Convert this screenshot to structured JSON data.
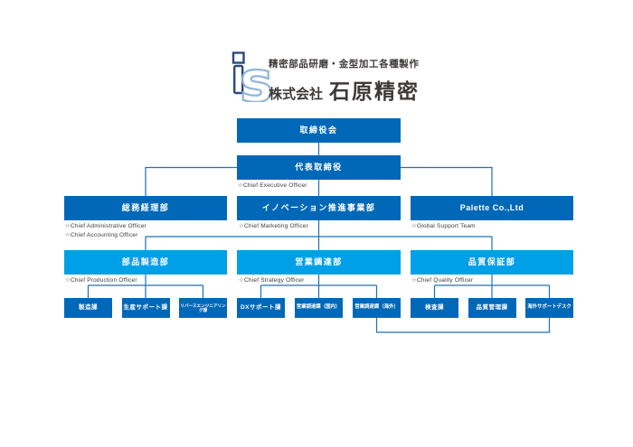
{
  "colors": {
    "primary_blue": "#0068b7",
    "accent_cyan": "#00a0e9",
    "line_blue": "#1d70b7",
    "text_dark": "#3e3a39",
    "logo_i_stroke": "#2a4a80",
    "logo_s_stroke": "#8fb4da"
  },
  "logo": {
    "mark": "is-monogram",
    "tagline": "精密部品研磨・金型加工各種製作",
    "company_prefix": "株式会社",
    "company_name": "石原精密"
  },
  "org": {
    "board": {
      "label": "取締役会"
    },
    "ceo": {
      "label": "代表取締役",
      "officer": "☆Chief Executive Officer"
    },
    "divisions": [
      {
        "label": "総務経理部",
        "officers": [
          "☆Chief Administrative Officer",
          "☆Chief Accounting Officer"
        ]
      },
      {
        "label": "イノベーション推進事業部",
        "officers": [
          "☆Chief Marketing Officer"
        ]
      },
      {
        "label": "Palette Co.,Ltd",
        "officers": [
          "☆Global Support Team"
        ]
      }
    ],
    "departments": [
      {
        "label": "部品製造部",
        "officer": "☆Chief Production Officer",
        "sections": [
          "製造課",
          "生産サポート課",
          "リバースエンジニアリング課"
        ]
      },
      {
        "label": "営業調達部",
        "officer": "☆Chief Strategy Officer",
        "sections": [
          "DXサポート課",
          "営業調達課（国内）",
          "営業調達課（海外）"
        ]
      },
      {
        "label": "品質保証部",
        "officer": "☆Chief Quality Officer",
        "sections": [
          "検査課",
          "品質管理課",
          "海外サポートデスク"
        ]
      }
    ]
  }
}
